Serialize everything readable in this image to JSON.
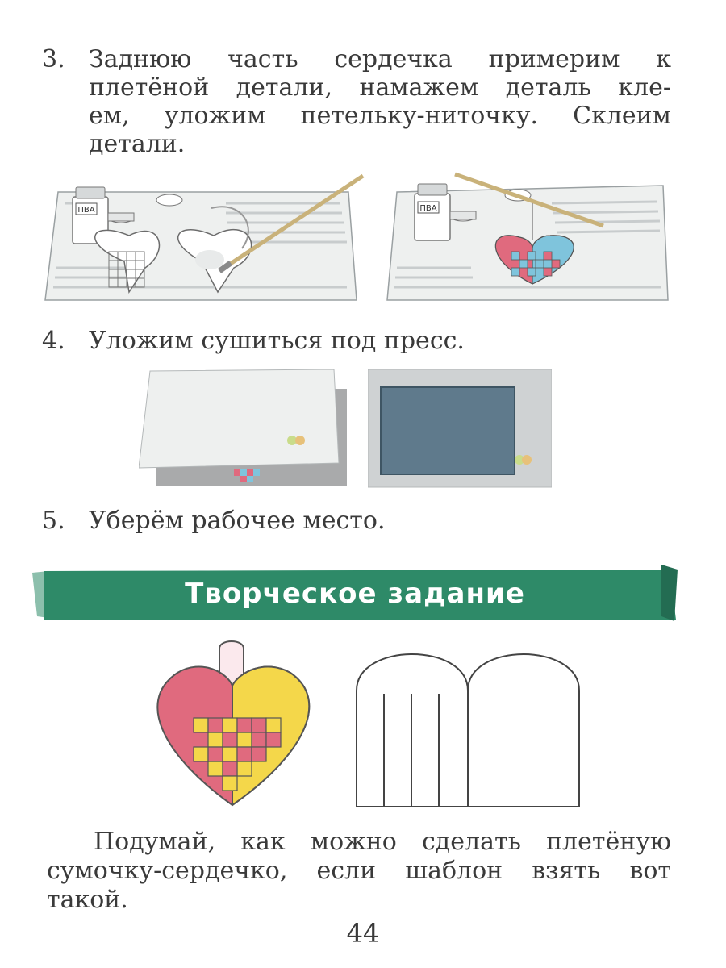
{
  "steps": [
    {
      "num": "3.",
      "lines": [
        "Заднюю часть сердечка примерим к",
        "плетёной детали, намажем деталь кле-",
        "ем, уложим петельку-ниточку. Склеим",
        "детали."
      ]
    },
    {
      "num": "4.",
      "text": "Уложим сушиться под пресс."
    },
    {
      "num": "5.",
      "text": "Уберём рабочее место."
    }
  ],
  "illustrations": {
    "glue_label": "ПВА"
  },
  "banner": {
    "title": "Творческое задание"
  },
  "task": {
    "lines": [
      "Подумай, как можно сделать плетёную",
      "сумочку-сердечко, если шаблон взять вот",
      "такой."
    ]
  },
  "page_number": "44",
  "colors": {
    "banner": "#2e8a68",
    "heart_red": "#e06a7e",
    "heart_blue": "#7fc4dc",
    "heart_yellow": "#f4d74a",
    "paper": "#eef0ef"
  }
}
